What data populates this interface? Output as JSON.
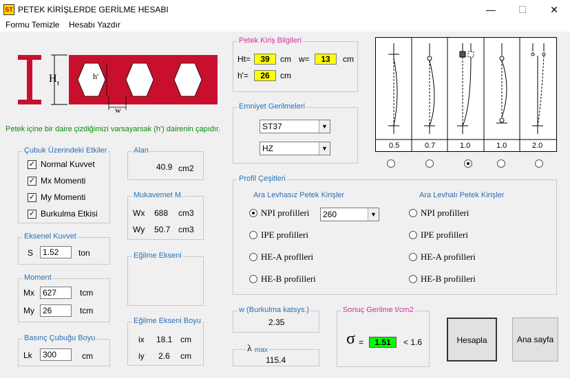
{
  "window": {
    "title": "PETEK KİRİŞLERDE GERİLME HESABI",
    "icon_text": "ST",
    "minimize": "—",
    "maximize": "☐",
    "close": "✕"
  },
  "menu": [
    "Formu Temizle",
    "Hesabı Yazdır"
  ],
  "diagram": {
    "ht_label": "H",
    "ht_sub": "t",
    "h_label": "h'",
    "w_label": "w",
    "beam_color": "#c8102e"
  },
  "note": "Petek içine bir daire çizdiğimizi varsayarsak (h') dairenin çapıdır.",
  "effects": {
    "legend": "Çubuk Üzerindeki Etkiler",
    "items": [
      {
        "label": "Normal Kuvvet",
        "checked": true
      },
      {
        "label": "Mx Momenti",
        "checked": true
      },
      {
        "label": "My Momenti",
        "checked": true
      },
      {
        "label": "Burkulma Etkisi",
        "checked": true
      }
    ]
  },
  "axial": {
    "legend": "Eksenel Kuvvet",
    "label": "S",
    "value": "1.52",
    "unit": "ton"
  },
  "moment": {
    "legend": "Moment",
    "mx_label": "Mx",
    "mx_value": "627",
    "mx_unit": "tcm",
    "my_label": "My",
    "my_value": "26",
    "my_unit": "tcm"
  },
  "buckling_length": {
    "legend": "Basınç Çubuğu Boyu",
    "label": "Lk",
    "value": "300",
    "unit": "cm"
  },
  "area": {
    "legend": "Alan",
    "value": "40.9",
    "unit": "cm2"
  },
  "section_modulus": {
    "legend": "Mukavemet M.",
    "wx_label": "Wx",
    "wx_value": "688",
    "wx_unit": "cm3",
    "wy_label": "Wy",
    "wy_value": "50.7",
    "wy_unit": "cm3"
  },
  "bending_axis": {
    "legend": "Eğilme Ekseni"
  },
  "bending_length": {
    "legend": "Eğilme Ekseni Boyu",
    "ix_label": "ix",
    "ix_value": "18.1",
    "ix_unit": "cm",
    "iy_label": "iy",
    "iy_value": "2.6",
    "iy_unit": "cm"
  },
  "beam_info": {
    "legend": "Petek Kiriş Bilgileri",
    "ht_label": "Ht=",
    "ht_value": "39",
    "ht_unit": "cm",
    "w_label": "w=",
    "w_value": "13",
    "w_unit": "cm",
    "h_label": "h'=",
    "h_value": "26",
    "h_unit": "cm"
  },
  "allowable": {
    "legend": "Emniyet Gerilmeleri",
    "steel": "ST37",
    "load": "HZ"
  },
  "profiles": {
    "legend": "Profil Çeşitleri",
    "left_title": "Ara Levhasız Petek  Kirişler",
    "right_title": "Ara Levhalı Petek  Kirişler",
    "left": [
      {
        "label": "NPI profilleri",
        "selected": true
      },
      {
        "label": "IPE profilleri",
        "selected": false
      },
      {
        "label": "HE-A proflleri",
        "selected": false
      },
      {
        "label": "HE-B profilleri",
        "selected": false
      }
    ],
    "right": [
      {
        "label": "NPI profilleri",
        "selected": false
      },
      {
        "label": "IPE profilleri",
        "selected": false
      },
      {
        "label": "HE-A profilleri",
        "selected": false
      },
      {
        "label": "HE-B profilleri",
        "selected": false
      }
    ],
    "npi_size": "260"
  },
  "buckling_cases": [
    "0.5",
    "0.7",
    "1.0",
    "1.0",
    "2.0"
  ],
  "buckling_selected": 2,
  "omega": {
    "legend": "w (Burkulma katsys.)",
    "value": "2.35"
  },
  "lambda": {
    "symbol": "λ",
    "sub": "max",
    "value": "115.4"
  },
  "result": {
    "legend": "Sonuç Gerilme t/cm2",
    "sigma": "σ",
    "eq": "=",
    "value": "1.51",
    "limit": "< 1.6",
    "value_bg": "#00ff00"
  },
  "buttons": {
    "calc": "Hesapla",
    "home": "Ana sayfa"
  }
}
